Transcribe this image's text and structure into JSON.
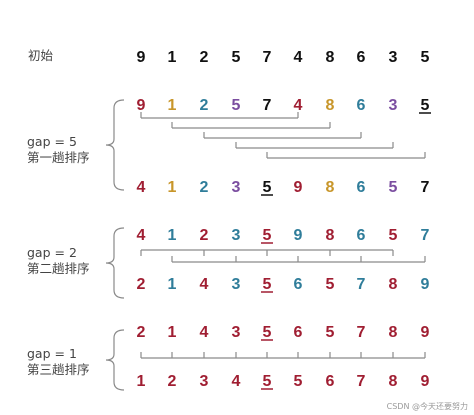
{
  "initial_label": "初始",
  "passes": [
    {
      "gap_text": "gap = 5",
      "pass_label": "第一趟排序",
      "gap": 5
    },
    {
      "gap_text": "gap = 2",
      "pass_label": "第二趟排序",
      "gap": 2
    },
    {
      "gap_text": "gap = 1",
      "pass_label": "第三趟排序",
      "gap": 1
    }
  ],
  "rows": [
    {
      "values": [
        "9",
        "1",
        "2",
        "5",
        "7",
        "4",
        "8",
        "6",
        "3",
        "5"
      ],
      "colors": [
        "k",
        "k",
        "k",
        "k",
        "k",
        "k",
        "k",
        "k",
        "k",
        "k"
      ],
      "underline": []
    },
    {
      "values": [
        "9",
        "1",
        "2",
        "5",
        "7",
        "4",
        "8",
        "6",
        "3",
        "5"
      ],
      "colors": [
        "r",
        "o",
        "t",
        "p",
        "k",
        "r",
        "o",
        "t",
        "p",
        "k"
      ],
      "underline": [
        9
      ]
    },
    {
      "values": [
        "4",
        "1",
        "2",
        "3",
        "5",
        "9",
        "8",
        "6",
        "5",
        "7"
      ],
      "colors": [
        "r",
        "o",
        "t",
        "p",
        "k",
        "r",
        "o",
        "t",
        "p",
        "k"
      ],
      "underline": [
        4
      ]
    },
    {
      "values": [
        "4",
        "1",
        "2",
        "3",
        "5",
        "9",
        "8",
        "6",
        "5",
        "7"
      ],
      "colors": [
        "r",
        "t",
        "r",
        "t",
        "r",
        "t",
        "r",
        "t",
        "r",
        "t"
      ],
      "underline": [
        4
      ]
    },
    {
      "values": [
        "2",
        "1",
        "4",
        "3",
        "5",
        "6",
        "5",
        "7",
        "8",
        "9"
      ],
      "colors": [
        "r",
        "t",
        "r",
        "t",
        "r",
        "t",
        "r",
        "t",
        "r",
        "t"
      ],
      "underline": [
        4
      ]
    },
    {
      "values": [
        "2",
        "1",
        "4",
        "3",
        "5",
        "6",
        "5",
        "7",
        "8",
        "9"
      ],
      "colors": [
        "r",
        "r",
        "r",
        "r",
        "r",
        "r",
        "r",
        "r",
        "r",
        "r"
      ],
      "underline": [
        4
      ]
    },
    {
      "values": [
        "1",
        "2",
        "3",
        "4",
        "5",
        "5",
        "6",
        "7",
        "8",
        "9"
      ],
      "colors": [
        "r",
        "r",
        "r",
        "r",
        "r",
        "r",
        "r",
        "r",
        "r",
        "r"
      ],
      "underline": [
        4
      ]
    }
  ],
  "palette": {
    "k": "#111111",
    "r": "#a01e32",
    "o": "#c8962a",
    "t": "#2f7d9a",
    "p": "#7b4ea0"
  },
  "watermark": "CSDN @今天还要努力"
}
